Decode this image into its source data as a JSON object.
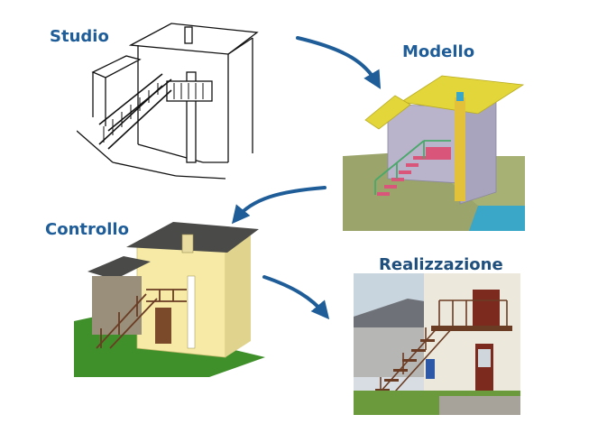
{
  "stages": [
    {
      "id": "studio",
      "label": "Studio"
    },
    {
      "id": "modello",
      "label": "Modello"
    },
    {
      "id": "controllo",
      "label": "Controllo"
    },
    {
      "id": "realizzazione",
      "label": "Realizzazione"
    }
  ],
  "colors": {
    "label": "#1f5d99",
    "arrow": "#1f5d99",
    "model_yellow": "#e3d63a",
    "model_wall": "#b9b4cc",
    "model_ground": "#a8b174",
    "model_blue": "#3aa6c8",
    "model_stairs": "#d9557a",
    "model_rail": "#4aa86a",
    "render_wall": "#f6eaa6",
    "render_roof": "#4a4a48",
    "render_grass": "#3f8f2a",
    "stair_brown": "#6b3c24"
  },
  "icons": [
    "curved-arrow-icon"
  ]
}
